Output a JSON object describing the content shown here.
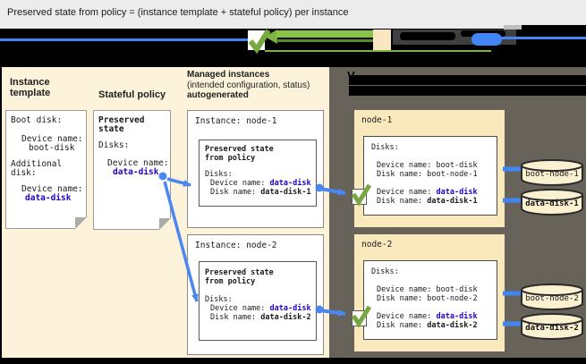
{
  "title": "Preserved state from policy = (instance template + stateful policy) per instance",
  "colors": {
    "accent_blue": "#4285f4",
    "link_blue_text": "#2200cc",
    "check_green": "#76a83f",
    "panel_cream": "#fcf3da",
    "vm_box_yellow": "#fbe9be",
    "panel_dark": "#67635a"
  },
  "left_panel": {
    "instance_template": {
      "heading": "Instance\ntemplate",
      "boot_disk_label": "Boot disk:",
      "device_name_label": "Device name:",
      "boot_device_value": "boot-disk",
      "additional_disk_label": "Additional\ndisk:",
      "device_name_label_2": "Device name:",
      "data_device_value": "data-disk"
    },
    "stateful_policy": {
      "heading": "Stateful policy",
      "doc_title": "Preserved\nstate",
      "disks_label": "Disks:",
      "device_name_label": "Device name:",
      "device_value": "data-disk"
    }
  },
  "managed_instances": {
    "heading_line1": "Managed instances",
    "heading_line2": "(intended configuration, status)",
    "heading_line3": "autogenerated",
    "instances": [
      {
        "title": "Instance: node-1",
        "inner_title": "Preserved state\nfrom policy",
        "disks_label": "Disks:",
        "device_line_label": "Device name: ",
        "device_value": "data-disk",
        "disk_line_label": "Disk name: ",
        "disk_value": "data-disk-1"
      },
      {
        "title": "Instance: node-2",
        "inner_title": "Preserved state\nfrom policy",
        "disks_label": "Disks:",
        "device_line_label": "Device name: ",
        "device_value": "data-disk",
        "disk_line_label": "Disk name: ",
        "disk_value": "data-disk-2"
      }
    ]
  },
  "vm_panel": {
    "redacted_visible_char": "V",
    "vms": [
      {
        "name": "node-1",
        "disks_label": "Disks:",
        "boot_device_line": "Device name: boot-disk",
        "boot_disk_line": "Disk name: boot-node-1",
        "data_device_label": "Device name: ",
        "data_device_value": "data-disk",
        "data_disk_label": "Disk name: ",
        "data_disk_value": "data-disk-1",
        "disk_cylinders": [
          {
            "label": "boot-node-1"
          },
          {
            "label": "data-disk-1"
          }
        ]
      },
      {
        "name": "node-2",
        "disks_label": "Disks:",
        "boot_device_line": "Device name: boot-disk",
        "boot_disk_line": "Disk name: boot-node-2",
        "data_device_label": "Device name: ",
        "data_device_value": "data-disk",
        "data_disk_label": "Disk name: ",
        "data_disk_value": "data-disk-2",
        "disk_cylinders": [
          {
            "label": "boot-node-2"
          },
          {
            "label": "data-disk-2"
          }
        ]
      }
    ]
  }
}
